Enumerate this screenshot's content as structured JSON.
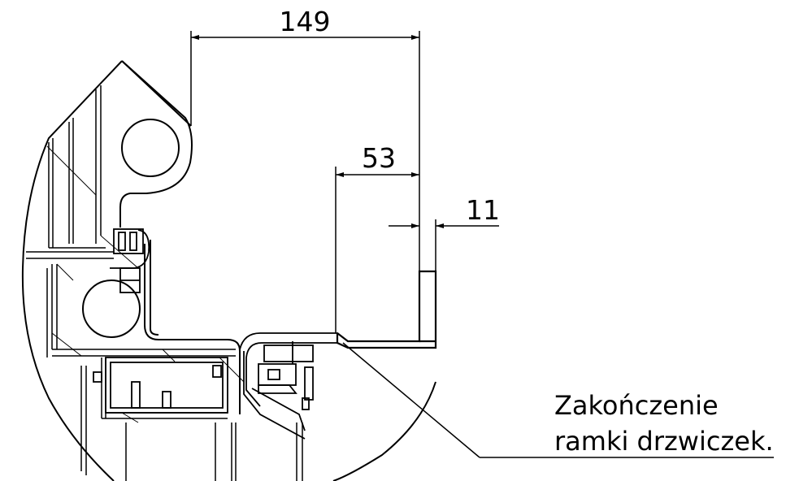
{
  "dimensions": {
    "overall_width": "149",
    "frame_offset": "53",
    "plate_thickness": "11"
  },
  "callout": {
    "line1": "Zakończenie",
    "line2": "ramki drzwiczek."
  }
}
